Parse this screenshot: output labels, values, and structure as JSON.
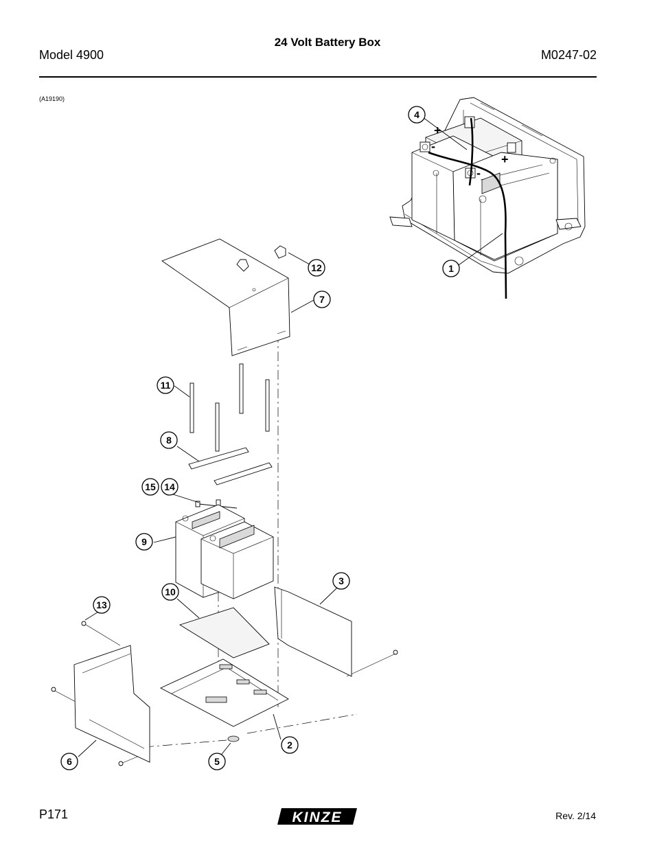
{
  "header": {
    "title": "24 Volt Battery Box",
    "model": "Model 4900",
    "doc_number": "M0247-02"
  },
  "figure": {
    "reference": "(A19190)",
    "callouts": [
      "1",
      "2",
      "3",
      "4",
      "5",
      "6",
      "7",
      "8",
      "9",
      "10",
      "11",
      "12",
      "13",
      "14",
      "15"
    ],
    "terminal_plus": "+",
    "terminal_minus": "-"
  },
  "footer": {
    "page": "P171",
    "revision": "Rev. 2/14",
    "logo_text": "KINZE"
  }
}
